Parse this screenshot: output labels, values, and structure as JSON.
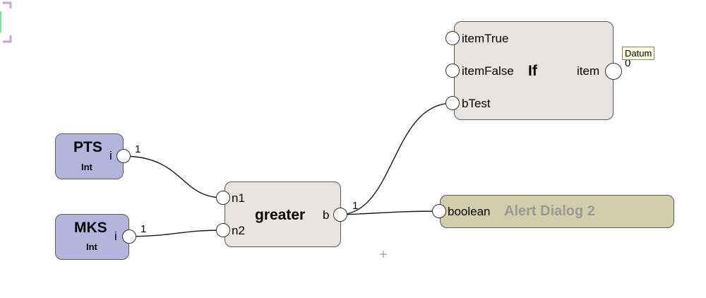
{
  "nodes": {
    "pts": {
      "title": "PTS",
      "type": "Int",
      "port": "i",
      "value": "1"
    },
    "mks": {
      "title": "MKS",
      "type": "Int",
      "port": "i",
      "value": "1"
    },
    "greater": {
      "title": "greater",
      "in1": "n1",
      "in2": "n2",
      "out": "b",
      "value": "1"
    },
    "if": {
      "title": "If",
      "in1": "itemTrue",
      "in2": "itemFalse",
      "in3": "bTest",
      "out": "item",
      "value": "0"
    },
    "alert": {
      "port": "boolean",
      "title": "Alert Dialog 2"
    }
  },
  "tooltip": {
    "text": "Datum"
  },
  "colors": {
    "int_node": "#b3b5dc",
    "op_node": "#e8e4e2",
    "dialog_node": "#d3ceaa",
    "dialog_title": "#999999",
    "tooltip_bg": "#ffffe1",
    "selection_bracket": "#c9a2e6"
  }
}
